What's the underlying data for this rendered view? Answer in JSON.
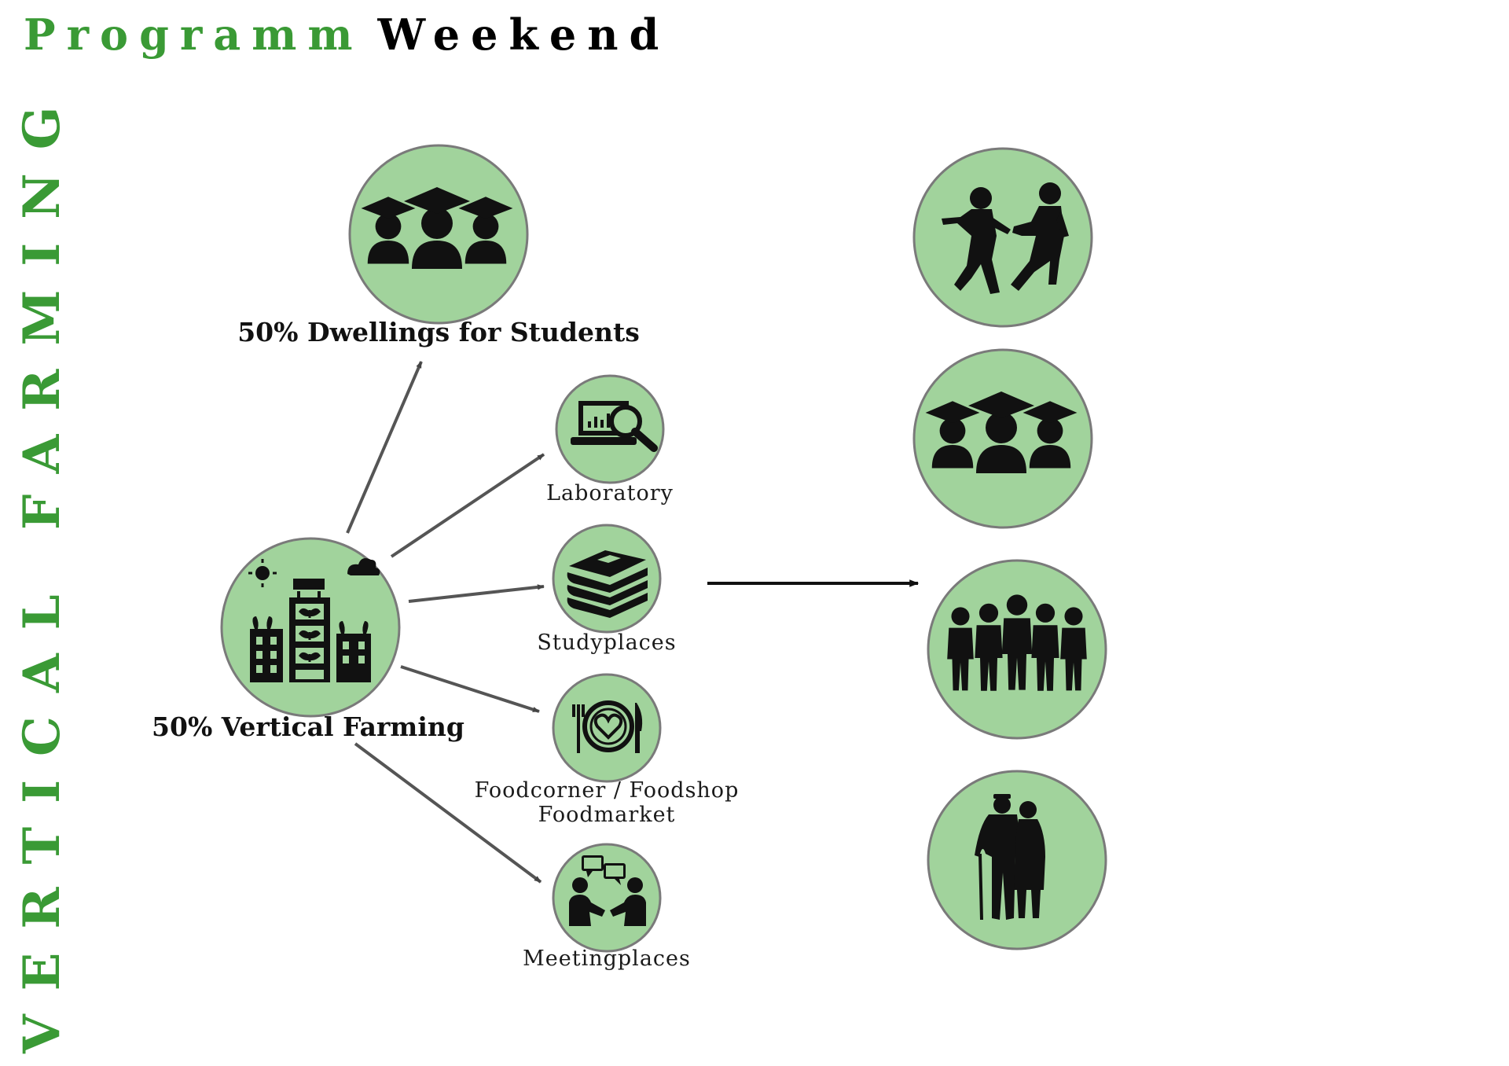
{
  "header": {
    "word1": "Programm",
    "word2": "Weekend"
  },
  "side_title": "VERTICAL FARMING",
  "nodes": {
    "students": "50% Dwellings for Students",
    "farming": "50% Vertical Farming",
    "laboratory": "Laboratory",
    "studyplaces": "Studyplaces",
    "food_line1": "Foodcorner / Foodshop",
    "food_line2": "Foodmarket",
    "meeting": "Meetingplaces"
  },
  "icons": {
    "students": "graduates-icon",
    "farming": "vertical-farm-building-icon",
    "laboratory": "laptop-magnifier-icon",
    "studyplaces": "books-stack-icon",
    "food": "plate-heart-cutlery-icon",
    "meeting": "meeting-handshake-icon",
    "children": "running-children-icon",
    "students_group": "graduates-icon",
    "people_group": "people-group-icon",
    "elderly": "elderly-couple-icon"
  },
  "colors": {
    "accent_green": "#3a9a35",
    "circle_fill": "#a1d39c",
    "circle_stroke": "#7a7a7a",
    "arrow": "#555555"
  }
}
